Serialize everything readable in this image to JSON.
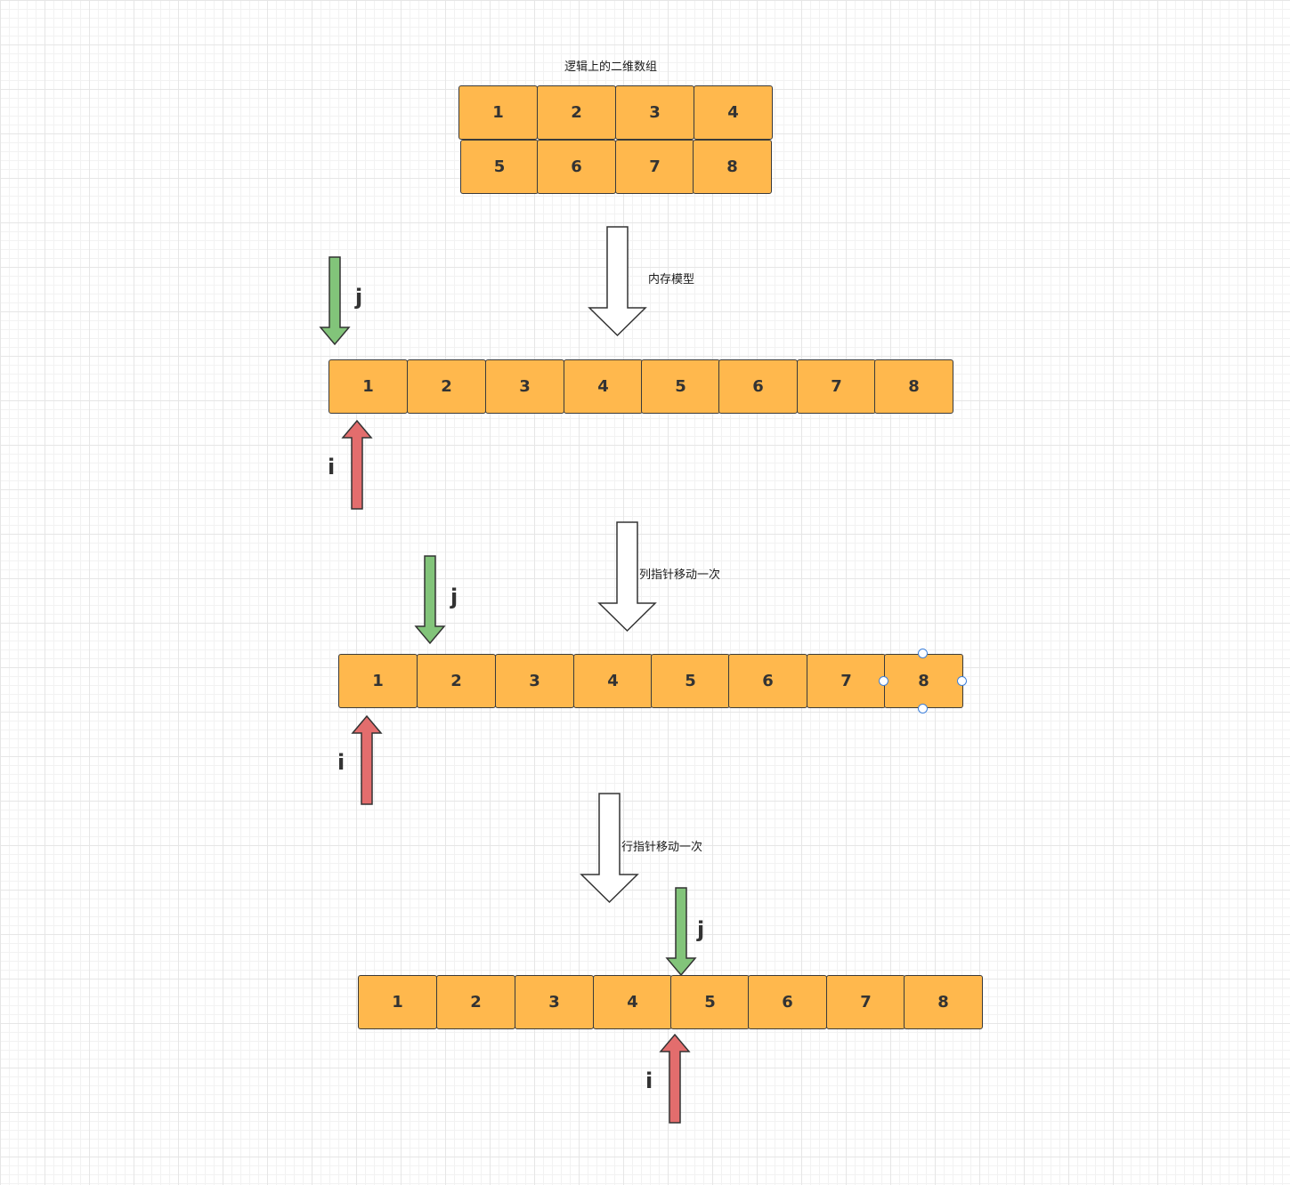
{
  "title": "逻辑上的二维数组",
  "grid_2d": {
    "row1": [
      "1",
      "2",
      "3",
      "4"
    ],
    "row2": [
      "5",
      "6",
      "7",
      "8"
    ]
  },
  "transitions": {
    "memory_model": "内存模型",
    "col_move": "列指针移动一次",
    "row_move": "行指针移动一次"
  },
  "arrays": {
    "a1": [
      "1",
      "2",
      "3",
      "4",
      "5",
      "6",
      "7",
      "8"
    ],
    "a2": [
      "1",
      "2",
      "3",
      "4",
      "5",
      "6",
      "7",
      "8"
    ],
    "a3": [
      "1",
      "2",
      "3",
      "4",
      "5",
      "6",
      "7",
      "8"
    ]
  },
  "pointers": {
    "j": "j",
    "i": "i"
  },
  "colors": {
    "cell_fill": "#ffb84d",
    "j_arrow": "#82c47a",
    "i_arrow": "#e36d6d",
    "selection_handle": "#3d7fd9"
  }
}
